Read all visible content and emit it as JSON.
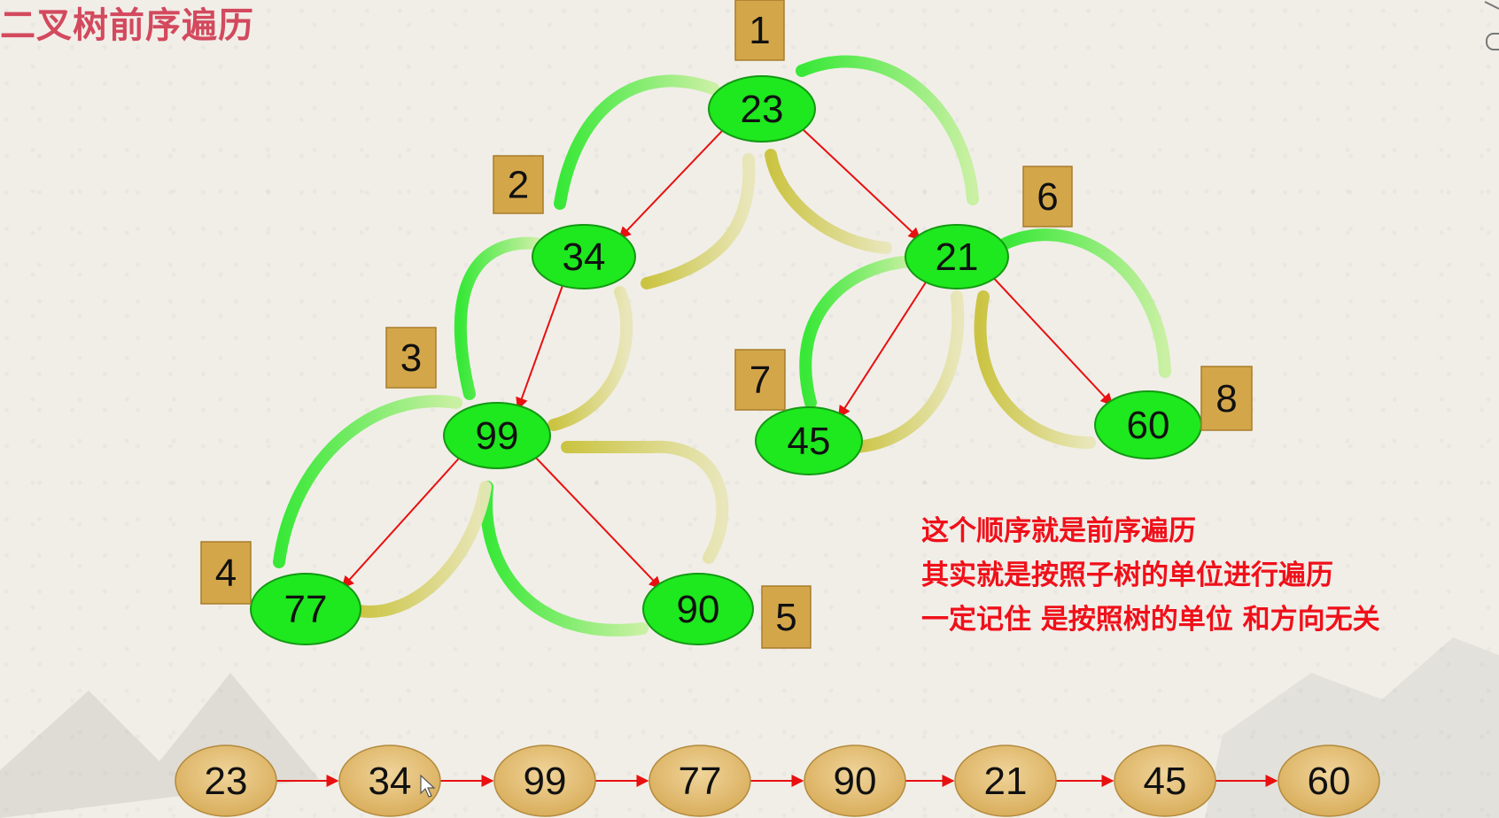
{
  "title": "二叉树前序遍历",
  "colors": {
    "node_fill": "#1ee81e",
    "node_stroke": "#129912",
    "edge": "#e81010",
    "badge_fill": "#d4a64a",
    "badge_stroke": "#a87d2a",
    "seq_node_fill": "#dfba70",
    "note_text": "#f0101a",
    "title_text": "#d0384f"
  },
  "tree": {
    "nodes": [
      {
        "id": "n23",
        "value": "23",
        "order": "1"
      },
      {
        "id": "n34",
        "value": "34",
        "order": "2"
      },
      {
        "id": "n21",
        "value": "21",
        "order": "6"
      },
      {
        "id": "n99",
        "value": "99",
        "order": "3"
      },
      {
        "id": "n45",
        "value": "45",
        "order": "7"
      },
      {
        "id": "n60",
        "value": "60",
        "order": "8"
      },
      {
        "id": "n77",
        "value": "77",
        "order": "4"
      },
      {
        "id": "n90",
        "value": "90",
        "order": "5"
      }
    ],
    "edges": [
      {
        "from": "n23",
        "to": "n34"
      },
      {
        "from": "n23",
        "to": "n21"
      },
      {
        "from": "n34",
        "to": "n99"
      },
      {
        "from": "n99",
        "to": "n77"
      },
      {
        "from": "n99",
        "to": "n90"
      },
      {
        "from": "n21",
        "to": "n45"
      },
      {
        "from": "n21",
        "to": "n60"
      }
    ]
  },
  "sequence": [
    "23",
    "34",
    "99",
    "77",
    "90",
    "21",
    "45",
    "60"
  ],
  "notes": [
    "这个顺序就是前序遍历",
    "其实就是按照子树的单位进行遍历",
    "一定记住 是按照树的单位 和方向无关"
  ]
}
